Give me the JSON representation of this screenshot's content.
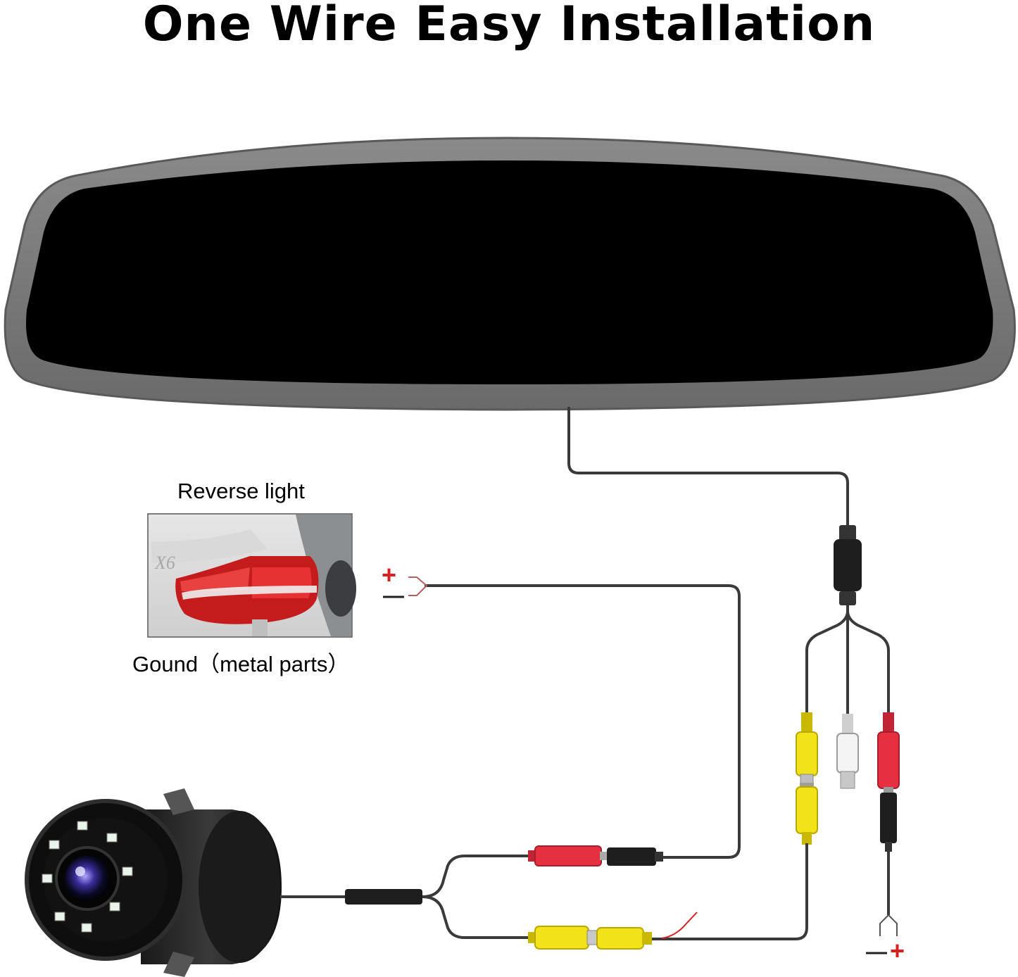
{
  "title": "One Wire Easy Installation",
  "reverse_light_label": "Reverse light",
  "ground_label": "Gound（metal parts）",
  "reverse_plus": "+",
  "reverse_minus": "—",
  "power_minus": "—",
  "power_plus": "+",
  "colors": {
    "mirror_frame": "#7a7a7a",
    "mirror_screen": "#000000",
    "wire": "#3a3a3a",
    "plus_red": "#d8201f",
    "rca_yellow": "#f2e21a",
    "rca_red": "#e63040",
    "rca_white": "#f2f2f2"
  },
  "icons": [
    "rearview-mirror-icon",
    "reverse-light-photo",
    "backup-camera-icon"
  ]
}
